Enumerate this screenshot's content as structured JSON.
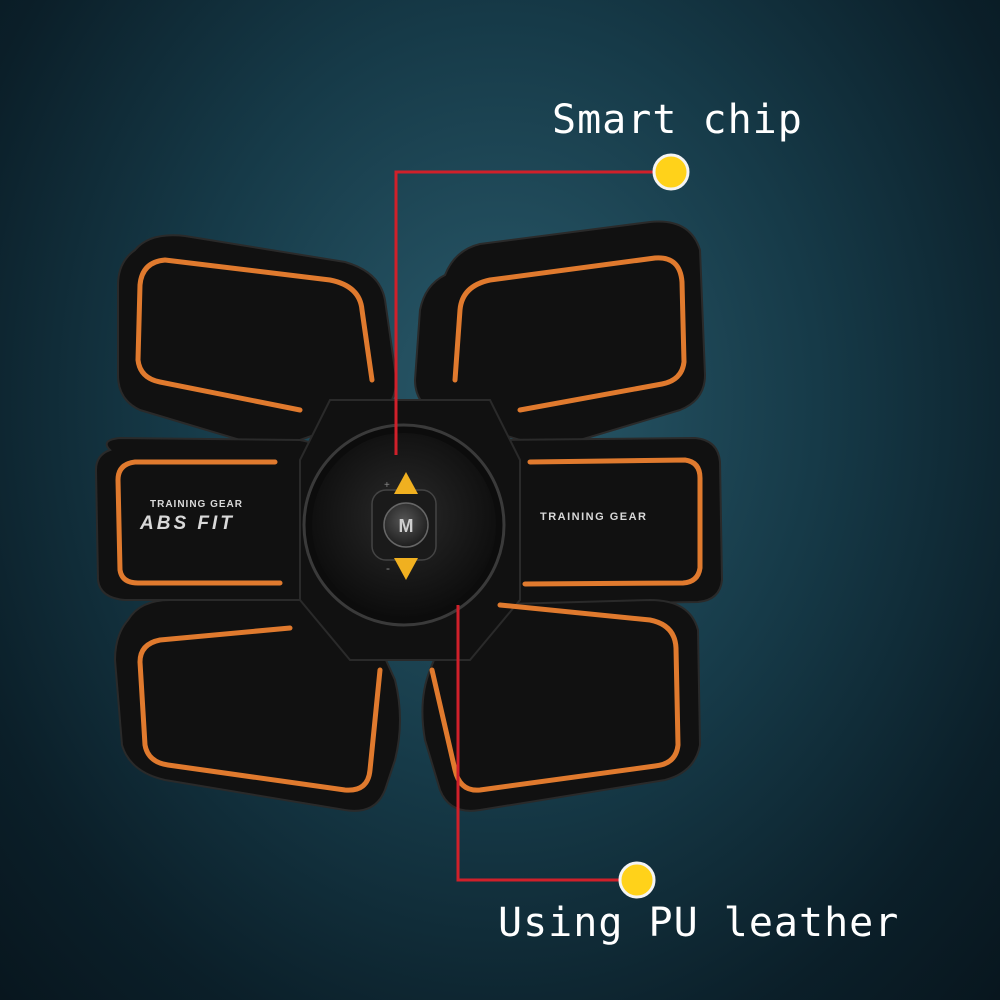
{
  "callouts": {
    "top_label": "Smart chip",
    "bottom_label": "Using PU leather"
  },
  "pad": {
    "left_small_text": "TRAINING GEAR",
    "left_brand_text": "ABS FIT",
    "right_text": "TRAINING GEAR",
    "button_label": "M"
  },
  "colors": {
    "pad_body": "#111111",
    "pad_trim": "#e07a2e",
    "callout_line": "#d0202a",
    "callout_dot": "#ffd21a",
    "arrow": "#f0b020"
  }
}
